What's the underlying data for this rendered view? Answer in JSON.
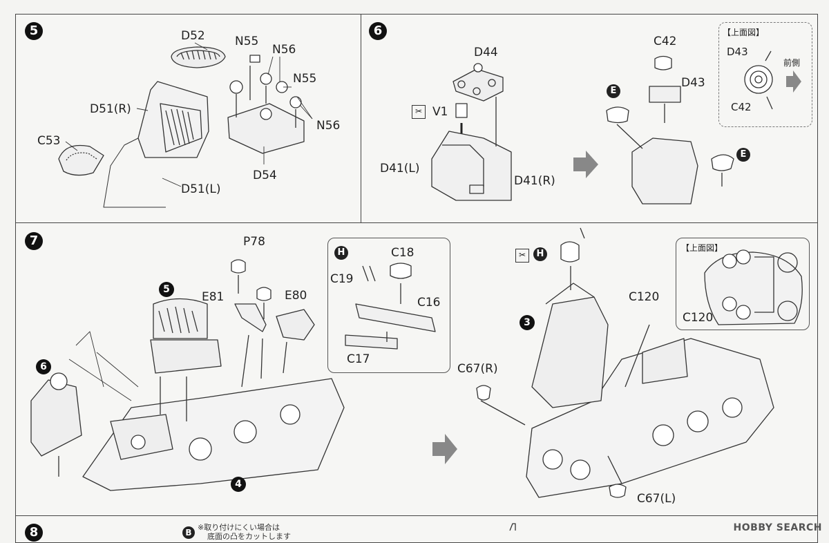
{
  "steps": {
    "s5": {
      "num": "5",
      "labels": {
        "d52": "D52",
        "n55a": "N55",
        "n56a": "N56",
        "n55b": "N55",
        "n56b": "N56",
        "d51r": "D51(R)",
        "c53": "C53",
        "d54": "D54",
        "d51l": "D51(L)"
      }
    },
    "s6": {
      "num": "6",
      "labels": {
        "d44": "D44",
        "v1": "V1",
        "d41l": "D41(L)",
        "d41r": "D41(R)",
        "c42": "C42",
        "d43": "D43",
        "e1": "E",
        "e2": "E"
      },
      "topview": {
        "title": "【上面図】",
        "d43": "D43",
        "c42": "C42",
        "front": "前側"
      }
    },
    "s7": {
      "num": "7",
      "labels": {
        "p78": "P78",
        "e81": "E81",
        "e80": "E80",
        "ref5": "5",
        "ref6": "6",
        "ref4": "4",
        "ref3": "3",
        "c120": "C120",
        "c67r": "C67(R)",
        "c67l": "C67(L)"
      },
      "inset": {
        "h": "H",
        "c18": "C18",
        "c19": "C19",
        "c16": "C16",
        "c17": "C17"
      },
      "h2": "H",
      "topview": {
        "title": "【上面図】",
        "c120": "C120"
      }
    },
    "s8": {
      "num": "8",
      "badge": "B",
      "note1": "※取り付けにくい場合は",
      "note2": "底面の凸をカットします"
    }
  },
  "watermark": "HOBBY SEARCH",
  "colors": {
    "line": "#333333",
    "bg": "#f6f6f4",
    "arrow": "#888888",
    "badge": "#111111"
  }
}
